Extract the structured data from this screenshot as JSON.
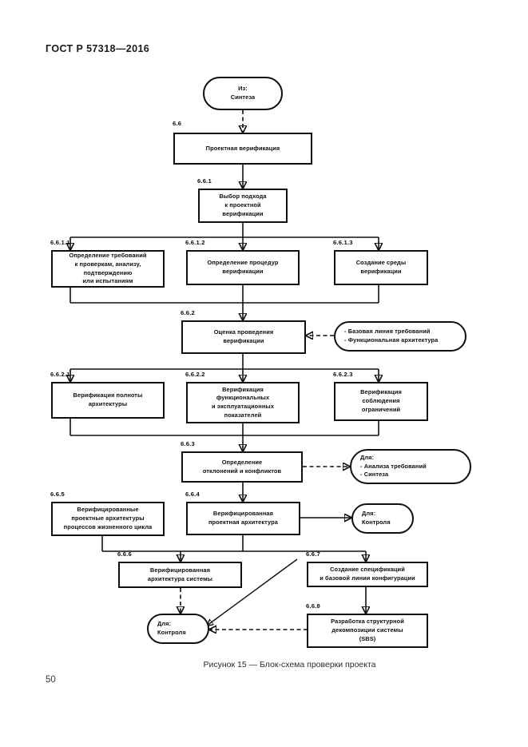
{
  "document": {
    "header": "ГОСТ Р 57318—2016",
    "page_number": "50",
    "figure_caption": "Рисунок 15 — Блок-схема проверки проекта"
  },
  "chart_data": {
    "type": "diagram",
    "title": "Блок-схема проверки проекта",
    "nodes": [
      {
        "id": "in",
        "tag": "",
        "shape": "terminator",
        "lines": [
          "Из:",
          "Синтеза"
        ]
      },
      {
        "id": "n66",
        "tag": "6.6",
        "shape": "process",
        "lines": [
          "Проектная верификация"
        ]
      },
      {
        "id": "n661",
        "tag": "6.6.1",
        "shape": "process",
        "lines": [
          "Выбор подхода",
          "к проектной",
          "верификации"
        ]
      },
      {
        "id": "n6611",
        "tag": "6.6.1.1",
        "shape": "process",
        "lines": [
          "Определение требований",
          "к проверкам, анализу,",
          "подтверждению",
          "или испытаниям"
        ]
      },
      {
        "id": "n6612",
        "tag": "6.6.1.2",
        "shape": "process",
        "lines": [
          "Определение процедур",
          "верификации"
        ]
      },
      {
        "id": "n6613",
        "tag": "6.6.1.3",
        "shape": "process",
        "lines": [
          "Создание среды",
          "верификации"
        ]
      },
      {
        "id": "n662",
        "tag": "6.6.2",
        "shape": "process",
        "lines": [
          "Оценка проведения",
          "верификации"
        ]
      },
      {
        "id": "base",
        "tag": "",
        "shape": "terminator",
        "lines": [
          "- Базовая линия требований",
          "- Функциональная архитектура"
        ]
      },
      {
        "id": "n6621",
        "tag": "6.6.2.1",
        "shape": "process",
        "lines": [
          "Верификация полноты",
          "архитектуры"
        ]
      },
      {
        "id": "n6622",
        "tag": "6.6.2.2",
        "shape": "process",
        "lines": [
          "Верификация",
          "функциональных",
          "и эксплуатационных",
          "показателей"
        ]
      },
      {
        "id": "n6623",
        "tag": "6.6.2.3",
        "shape": "process",
        "lines": [
          "Верификация",
          "соблюдения",
          "ограничений"
        ]
      },
      {
        "id": "n663",
        "tag": "6.6.3",
        "shape": "process",
        "lines": [
          "Определение",
          "отклонений и конфликтов"
        ]
      },
      {
        "id": "out1",
        "tag": "",
        "shape": "terminator",
        "lines": [
          "Для:",
          "- Анализа требований",
          "- Синтеза"
        ]
      },
      {
        "id": "n665",
        "tag": "6.6.5",
        "shape": "process",
        "lines": [
          "Верифицированные",
          "проектные архитектуры",
          "процессов жизненного цикла"
        ]
      },
      {
        "id": "n664",
        "tag": "6.6.4",
        "shape": "process",
        "lines": [
          "Верифицированная",
          "проектная архитектура"
        ]
      },
      {
        "id": "out2",
        "tag": "",
        "shape": "terminator",
        "lines": [
          "Для:",
          "Контроля"
        ]
      },
      {
        "id": "n666",
        "tag": "6.6.6",
        "shape": "process",
        "lines": [
          "Верифицированная",
          "архитектура системы"
        ]
      },
      {
        "id": "n667",
        "tag": "6.6.7",
        "shape": "process",
        "lines": [
          "Создание спецификаций",
          "и базовой линии конфигурации"
        ]
      },
      {
        "id": "out3",
        "tag": "",
        "shape": "terminator",
        "lines": [
          "Для:",
          "Контроля"
        ]
      },
      {
        "id": "n668",
        "tag": "6.6.8",
        "shape": "process",
        "lines": [
          "Разработка структурной",
          "декомпозиции системы",
          "(SBS)"
        ]
      }
    ],
    "edges": [
      {
        "from": "in",
        "to": "n66",
        "style": "dashed"
      },
      {
        "from": "n66",
        "to": "n661",
        "style": "solid"
      },
      {
        "from": "n661",
        "to": "n6611",
        "style": "solid"
      },
      {
        "from": "n661",
        "to": "n6612",
        "style": "solid"
      },
      {
        "from": "n661",
        "to": "n6613",
        "style": "solid"
      },
      {
        "from": "n6611",
        "to": "n662",
        "style": "solid"
      },
      {
        "from": "n6612",
        "to": "n662",
        "style": "solid"
      },
      {
        "from": "n6613",
        "to": "n662",
        "style": "solid"
      },
      {
        "from": "base",
        "to": "n662",
        "style": "dashed"
      },
      {
        "from": "n662",
        "to": "n6621",
        "style": "solid"
      },
      {
        "from": "n662",
        "to": "n6622",
        "style": "solid"
      },
      {
        "from": "n662",
        "to": "n6623",
        "style": "solid"
      },
      {
        "from": "n6621",
        "to": "n663",
        "style": "solid"
      },
      {
        "from": "n6622",
        "to": "n663",
        "style": "solid"
      },
      {
        "from": "n6623",
        "to": "n663",
        "style": "solid"
      },
      {
        "from": "n663",
        "to": "out1",
        "style": "dashed"
      },
      {
        "from": "n663",
        "to": "n664",
        "style": "solid"
      },
      {
        "from": "n664",
        "to": "out2",
        "style": "solid"
      },
      {
        "from": "n664",
        "to": "n666",
        "style": "solid"
      },
      {
        "from": "n665",
        "to": "n666",
        "style": "solid"
      },
      {
        "from": "n664",
        "to": "n667",
        "style": "solid"
      },
      {
        "from": "n666",
        "to": "out3",
        "style": "dashed"
      },
      {
        "from": "n667",
        "to": "out3",
        "style": "solid"
      },
      {
        "from": "n667",
        "to": "n668",
        "style": "solid"
      },
      {
        "from": "n668",
        "to": "out3",
        "style": "dashed"
      }
    ]
  }
}
